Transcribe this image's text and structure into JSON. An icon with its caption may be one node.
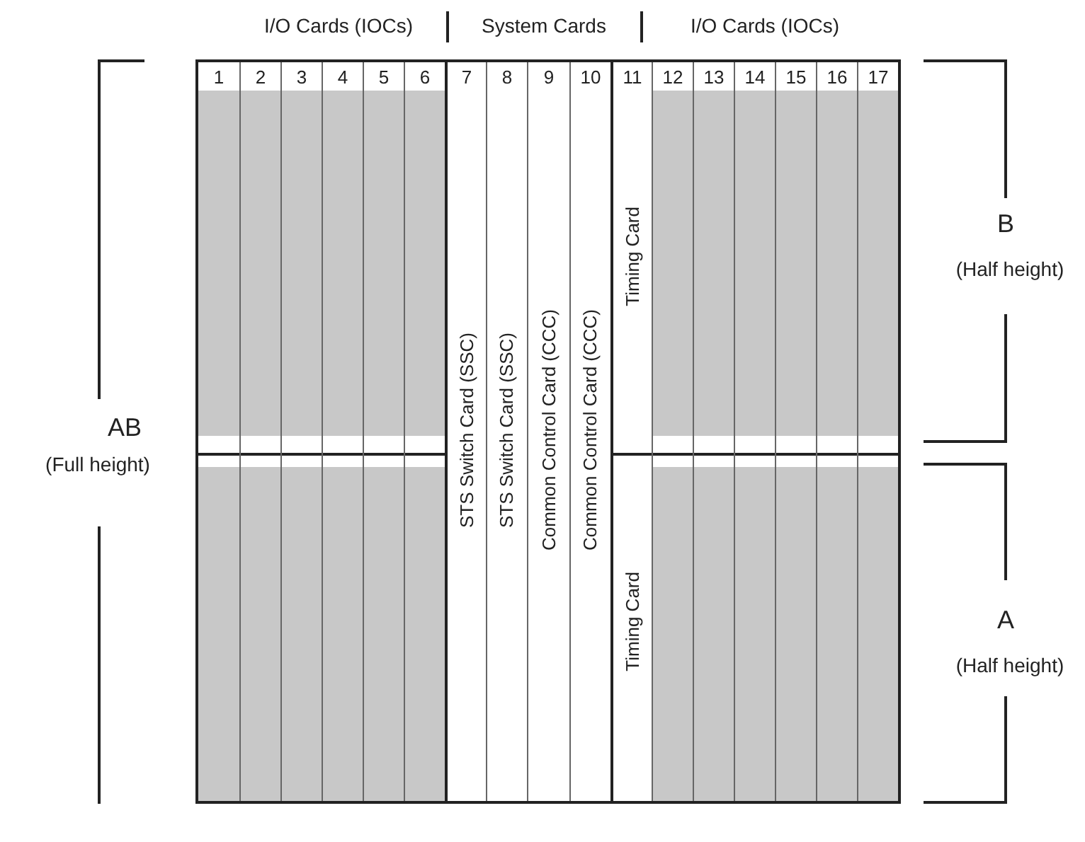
{
  "diagram": {
    "nodes": [
      {
        "text": [],
        "shape": "box"
      },
      {
        "text": [
          "1"
        ],
        "in": 0
      },
      {
        "text": [
          "2"
        ],
        "in": 0
      },
      {
        "text": [
          "3"
        ],
        "in": 0
      },
      {
        "text": [
          "4"
        ],
        "in": 0
      },
      {
        "text": [
          "5"
        ],
        "in": 0
      },
      {
        "text": [
          "6"
        ],
        "in": 0
      },
      {
        "text": [
          "7",
          "STS Switch Card (SSC)"
        ],
        "in": 0
      },
      {
        "text": [
          "8",
          "STS Switch Card (SSC)"
        ],
        "in": 0
      },
      {
        "text": [
          "9",
          "Common Control Card (CCC)"
        ],
        "in": 0
      },
      {
        "text": [
          "10",
          "Common Control Card (CCC)"
        ],
        "in": 0
      },
      {
        "text": [
          "11"
        ],
        "in": 0
      },
      {
        "text": [
          "Timing Card"
        ],
        "in": 11
      },
      {
        "text": [
          "Timing Card"
        ],
        "in": 11
      },
      {
        "text": [
          "12"
        ],
        "in": 0
      },
      {
        "text": [
          "13"
        ],
        "in": 0
      },
      {
        "text": [
          "14"
        ],
        "in": 0
      },
      {
        "text": [
          "15"
        ],
        "in": 0
      },
      {
        "text": [
          "16"
        ],
        "in": 0
      },
      {
        "text": [
          "17"
        ],
        "in": 0
      }
    ],
    "labels": [
      "I/O Cards (IOCs)",
      "System Cards",
      "I/O Cards (IOCs)",
      "AB",
      "(Full height)",
      "B",
      "(Half height)",
      "A",
      "(Half height)"
    ]
  }
}
